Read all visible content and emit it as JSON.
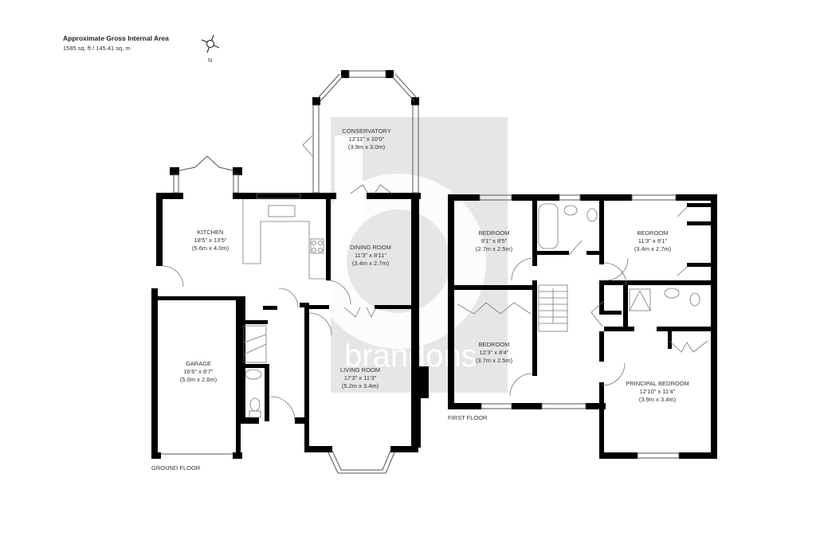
{
  "header": {
    "title": "Approximate Gross Internal Area",
    "area": "1585 sq. ft / 145.41 sq. m"
  },
  "compass": {
    "icon": "compass-north-icon",
    "label": "N"
  },
  "watermark": {
    "brand": "brandons",
    "color": "#e6e6e6"
  },
  "colors": {
    "wall": "#000000",
    "window": "#ffffff",
    "fixture_stroke": "#555555",
    "text": "#333333"
  },
  "floors": {
    "ground": {
      "label": "GROUND FLOOR",
      "rooms": [
        {
          "id": "conservatory",
          "name": "CONSERVATORY",
          "imperial": "12'11\" x 10'0\"",
          "metric": "(3.9m x 3.0m)"
        },
        {
          "id": "kitchen",
          "name": "KITCHEN",
          "imperial": "18'5\" x 13'5\"",
          "metric": "(5.6m x 4.0m)"
        },
        {
          "id": "dining-room",
          "name": "DINING ROOM",
          "imperial": "11'3\" x 8'11\"",
          "metric": "(3.4m x 2.7m)"
        },
        {
          "id": "garage",
          "name": "GARAGE",
          "imperial": "16'6\" x 8'7\"",
          "metric": "(5.0m x 2.6m)"
        },
        {
          "id": "living-room",
          "name": "LIVING ROOM",
          "imperial": "17'3\" x 11'3\"",
          "metric": "(5.2m x 3.4m)"
        }
      ]
    },
    "first": {
      "label": "FIRST FLOOR",
      "rooms": [
        {
          "id": "bedroom-2",
          "name": "BEDROOM",
          "imperial": "9'1\" x 8'5\"",
          "metric": "(2.7m x 2.5m)"
        },
        {
          "id": "bedroom-3",
          "name": "BEDROOM",
          "imperial": "11'3\" x 9'1\"",
          "metric": "(3.4m x 2.7m)"
        },
        {
          "id": "bedroom-4",
          "name": "BEDROOM",
          "imperial": "12'3\" x 8'4\"",
          "metric": "(3.7m x 2.5m)"
        },
        {
          "id": "principal-bedroom",
          "name": "PRINCIPAL BEDROOM",
          "imperial": "12'10\" x 11'4\"",
          "metric": "(3.9m x 3.4m)"
        }
      ]
    }
  }
}
